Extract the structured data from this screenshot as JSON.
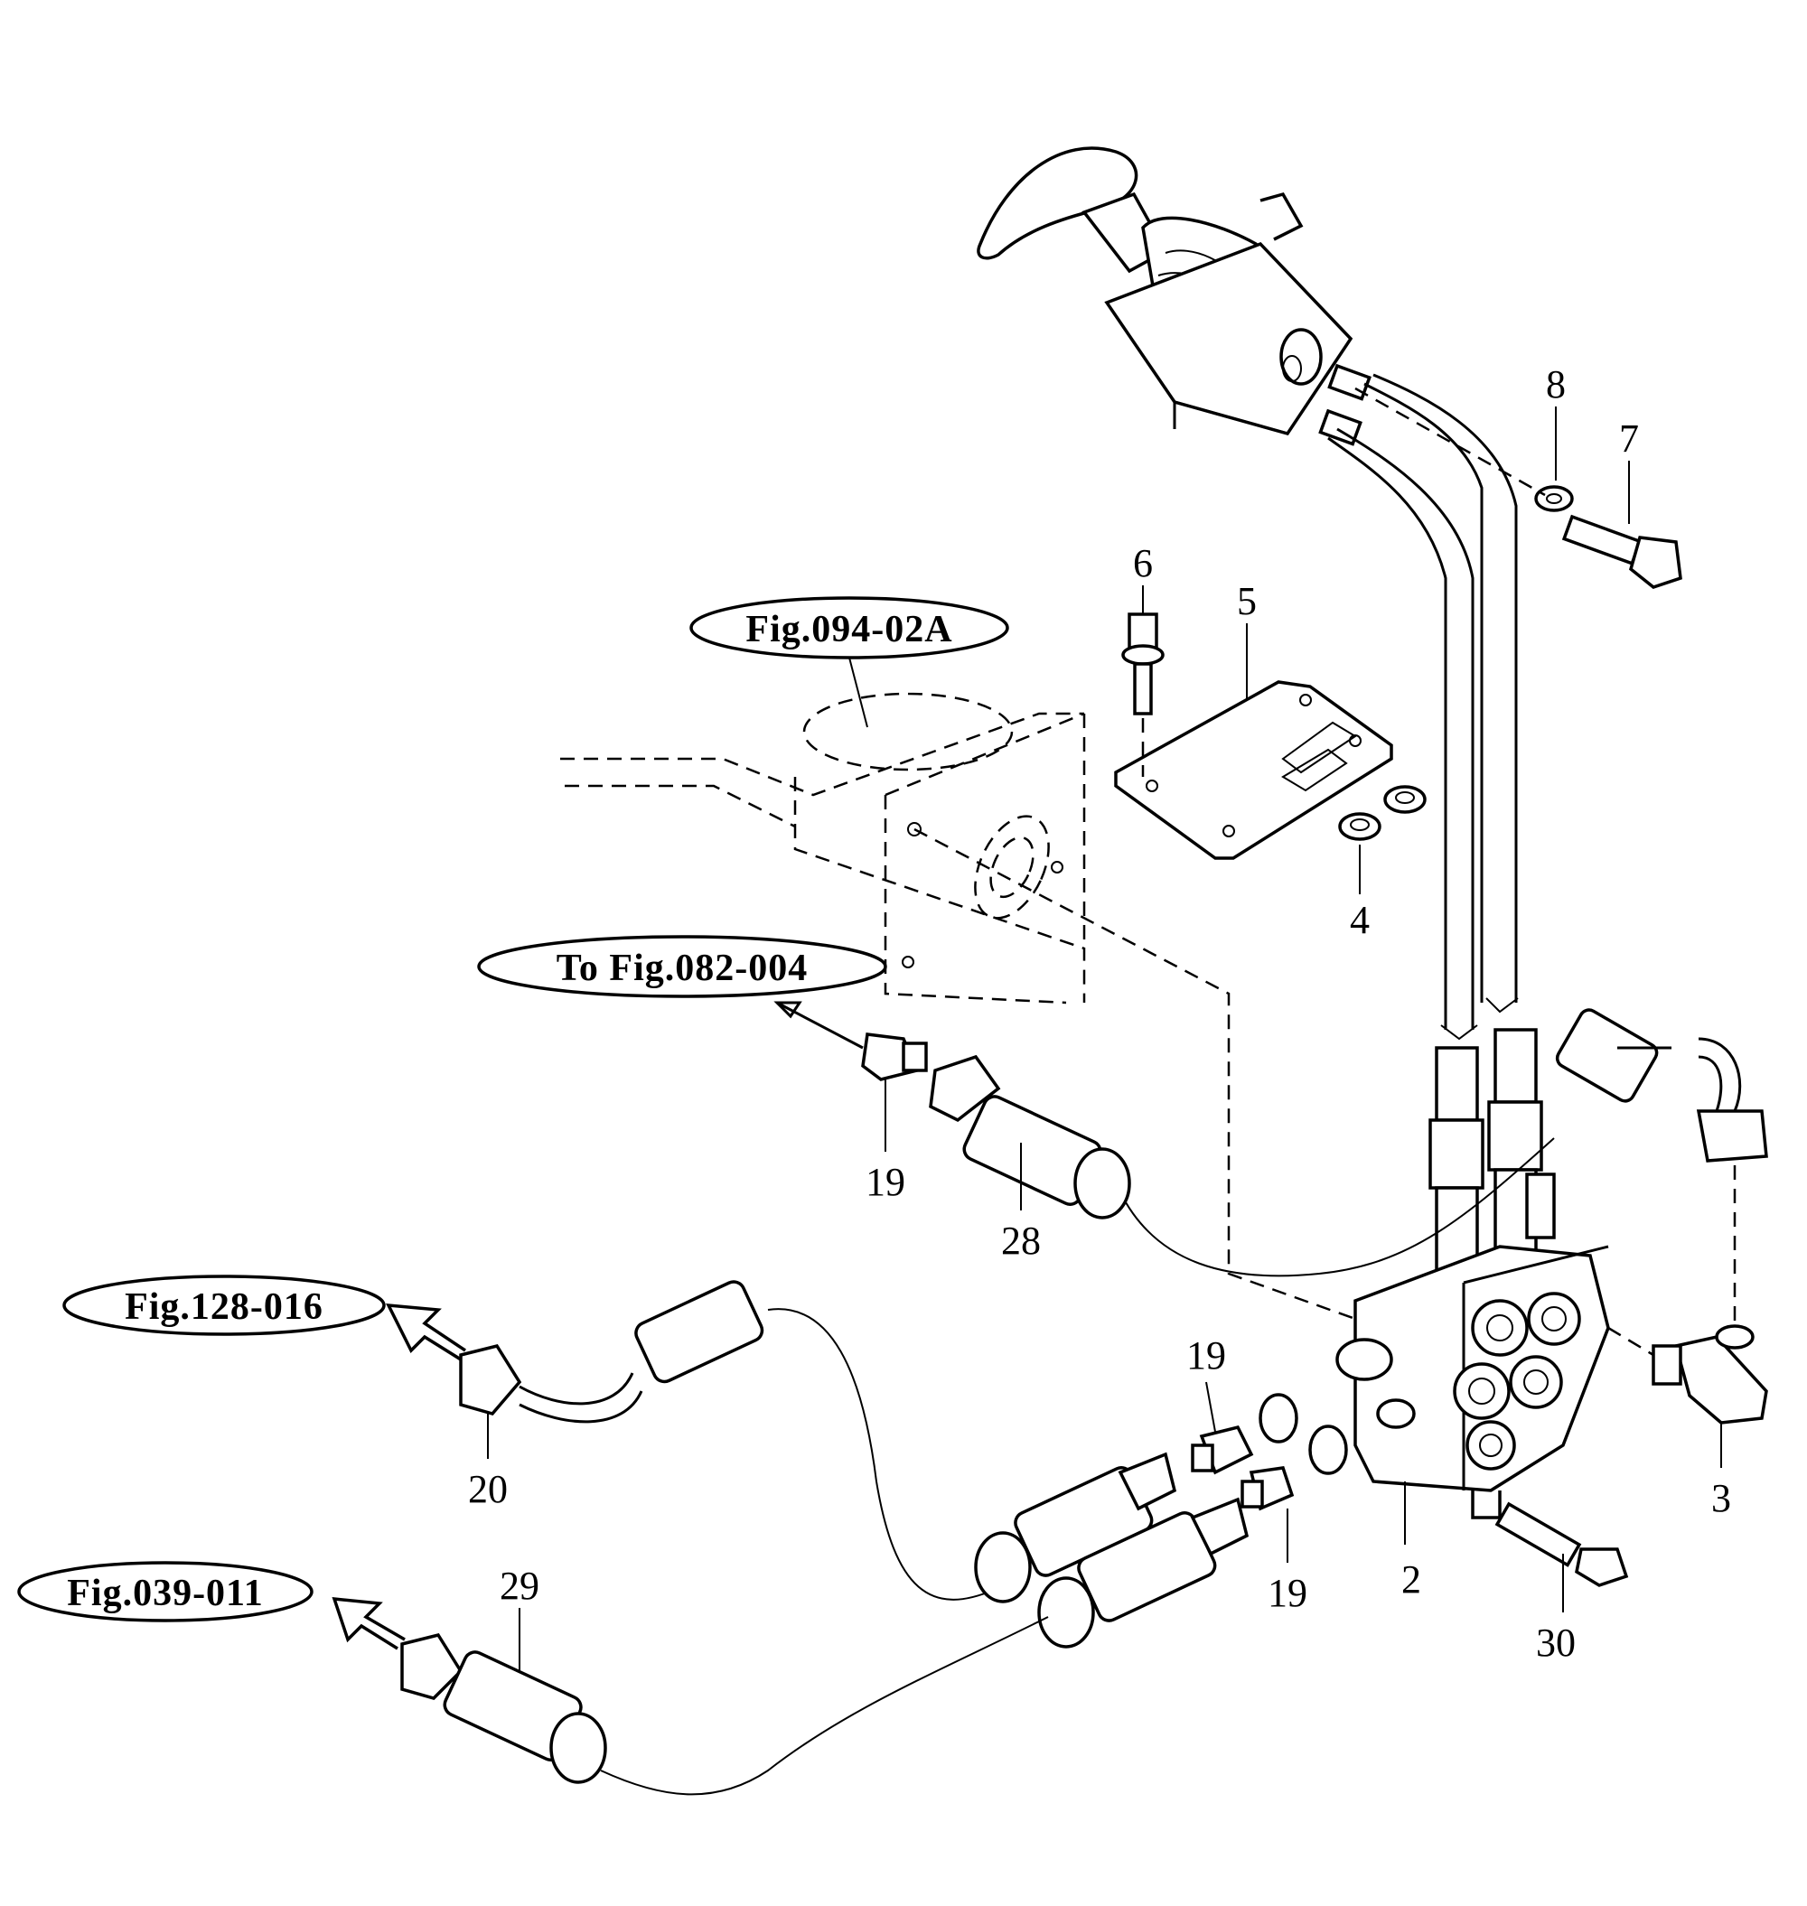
{
  "references": {
    "fig_094": "Fig.094-02A",
    "fig_082": "To Fig.082-004",
    "fig_128": "Fig.128-016",
    "fig_039": "Fig.039-011"
  },
  "callouts": {
    "c2": "2",
    "c3": "3",
    "c4": "4",
    "c5": "5",
    "c6": "6",
    "c7": "7",
    "c8": "8",
    "c19a": "19",
    "c19b": "19",
    "c19c": "19",
    "c20": "20",
    "c28": "28",
    "c29": "29",
    "c30": "30"
  }
}
